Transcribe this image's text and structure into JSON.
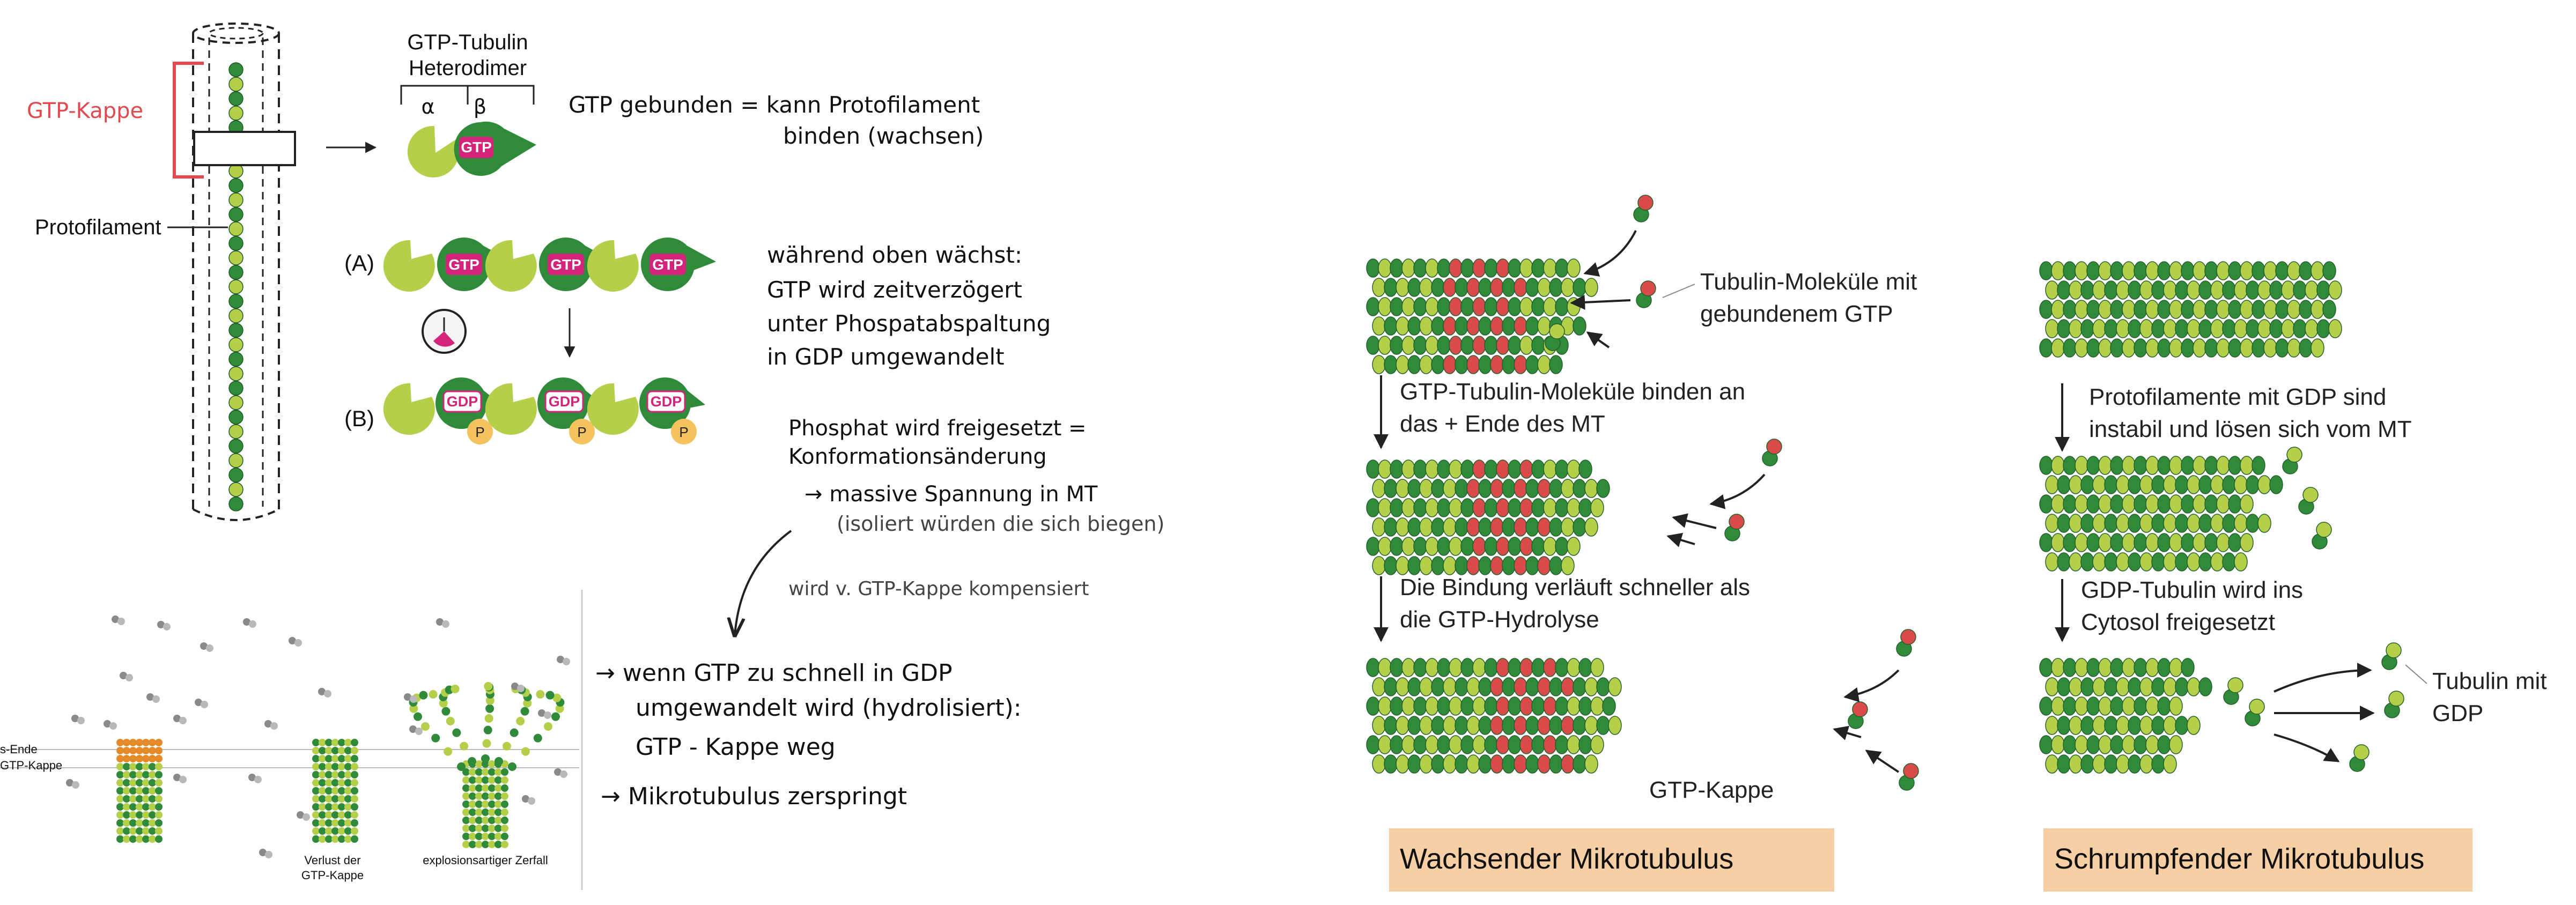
{
  "colors": {
    "accent_red": "#e0494d",
    "tubulin_dark": "#2f8a3a",
    "tubulin_light": "#b4cf4a",
    "tubulin_red": "#d94a4a",
    "gtp_badge": "#d4237a",
    "phosphate": "#f4c25e",
    "label_box": "#f6cfa4"
  },
  "left_panel": {
    "gtp_cap_label": "GTP-Kappe",
    "protofilament_label": "Protofilament",
    "dimer_title_line1": "GTP-Tubulin",
    "dimer_title_line2": "Heterodimer",
    "alpha": "α",
    "beta": "β",
    "gtp": "GTP",
    "gdp": "GDP",
    "phosphate_symbol": "P",
    "label_a": "(A)",
    "label_b": "(B)",
    "note_bound_line1": "GTP gebunden = kann Protofilament",
    "note_bound_line2": "binden (wachsen)",
    "note_grow_line1": "während oben wächst:",
    "note_grow_line2": "GTP wird  zeitverzögert",
    "note_grow_line3": "unter Phospatabspaltung",
    "note_grow_line4": "in GDP umgewandelt",
    "note_phosphate_line1": "Phosphat wird freigesetzt =",
    "note_phosphate_line2": "Konformationsänderung",
    "note_tension_line1": "→ massive Spannung in MT",
    "note_tension_line2": "(isoliert würden die sich biegen)",
    "note_compensated": "wird v. GTP-Kappe kompensiert",
    "note_fast_line1": "→ wenn GTP zu schnell in GDP",
    "note_fast_line2": "umgewandelt wird (hydrolisiert):",
    "note_fast_line3": "GTP - Kappe weg",
    "note_shatter": "→ Mikrotubulus zerspringt",
    "bottom_end_label_line1": "s-Ende",
    "bottom_end_label_line2": "GTP-Kappe",
    "bottom_loss_line1": "Verlust der",
    "bottom_loss_line2": "GTP-Kappe",
    "bottom_explosive": "explosionsartiger Zerfall"
  },
  "growing": {
    "tubulin_gtp_line1": "Tubulin-Moleküle mit",
    "tubulin_gtp_line2": "gebundenem GTP",
    "bind_line1": "GTP-Tubulin-Moleküle binden an",
    "bind_line2": "das + Ende des MT",
    "faster_line1": "Die Bindung verläuft schneller als",
    "faster_line2": "die GTP-Hydrolyse",
    "cap": "GTP-Kappe",
    "title": "Wachsender Mikrotubulus"
  },
  "shrinking": {
    "unstable_line1": "Protofilamente mit  GDP sind",
    "unstable_line2": "instabil und lösen sich vom MT",
    "released_line1": "GDP-Tubulin wird ins",
    "released_line2": "Cytosol freigesetzt",
    "tubulin_gdp_line1": "Tubulin mit",
    "tubulin_gdp_line2": "GDP",
    "title": "Schrumpfender Mikrotubulus"
  }
}
